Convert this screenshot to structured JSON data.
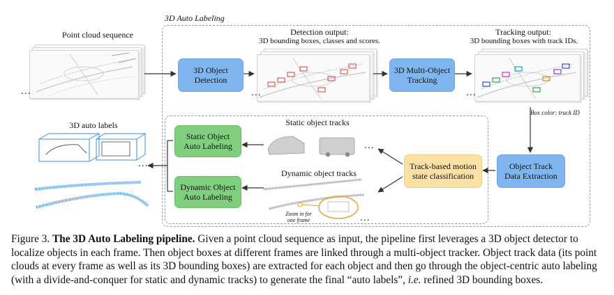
{
  "section_title": "3D Auto Labeling",
  "input": {
    "title": "Point cloud sequence"
  },
  "detection": {
    "title": "Detection output:",
    "subtitle": "3D bounding boxes, classes and scores."
  },
  "tracking": {
    "title": "Tracking output:",
    "subtitle": "3D bounding boxes with track IDs.",
    "note": "Box color: track ID"
  },
  "boxes": {
    "detector": [
      "3D Object",
      "Detection"
    ],
    "tracker": [
      "3D Multi-Object",
      "Tracking"
    ],
    "extraction": [
      "Object Track",
      "Data Extraction"
    ],
    "classification": [
      "Track-based motion",
      "state classification"
    ],
    "static": [
      "Static Object",
      "Auto Labeling"
    ],
    "dynamic": [
      "Dynamic Object",
      "Auto Labeling"
    ]
  },
  "tracks": {
    "static": "Static object tracks",
    "dynamic": "Dynamic object tracks",
    "zoom": [
      "Zoom in for",
      "one frame"
    ]
  },
  "output": {
    "title": "3D auto labels"
  },
  "ellipsis": "...",
  "caption": {
    "prefix": "Figure 3.",
    "bold": "The 3D Auto Labeling pipeline.",
    "text": "Given a point cloud sequence as input, the pipeline first leverages a 3D object detector to localize objects in each frame. Then object boxes at different frames are linked through a multi-object tracker. Object track data (its point clouds at every frame as well as its 3D bounding boxes) are extracted for each object and then go through the object-centric auto labeling (with a divide-and-conquer for static and dynamic tracks) to generate the final “auto labels”, ",
    "ie": "i.e.",
    "end": " refined 3D bounding boxes."
  },
  "colors": {
    "blue": "#7fb6ef",
    "green": "#7fcf7f",
    "orange": "#fbe1a6",
    "arrow": "#333333",
    "dashed": "#9a9a9a"
  }
}
